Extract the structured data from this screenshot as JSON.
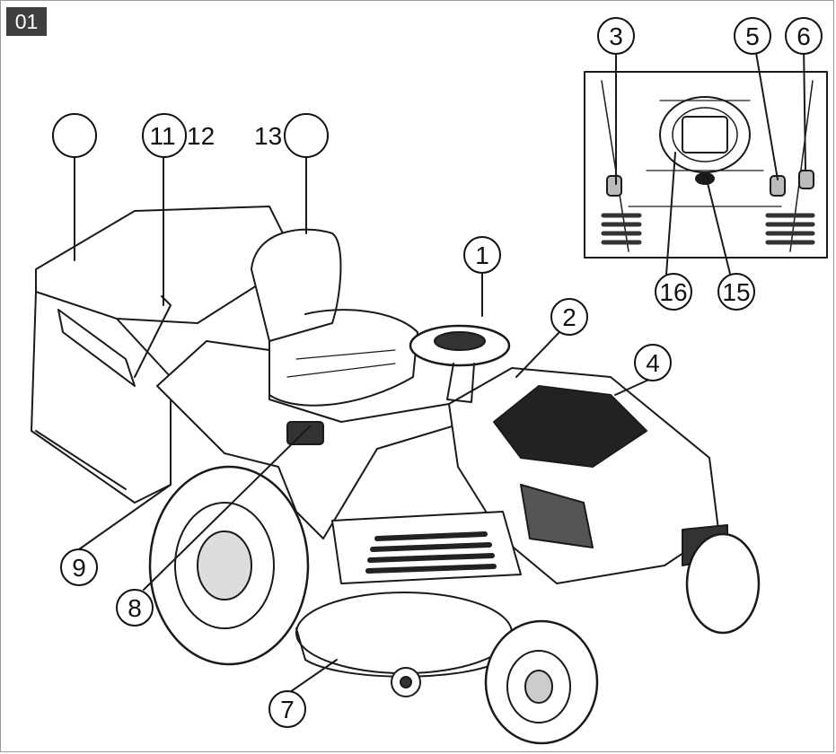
{
  "figure": {
    "badge": "01"
  },
  "callouts": {
    "c1": "1",
    "c2": "2",
    "c3": "3",
    "c4": "4",
    "c5": "5",
    "c6": "6",
    "c7": "7",
    "c8": "8",
    "c9": "9",
    "c10": "",
    "c11": "11",
    "c12": "12",
    "c13": "13",
    "c14": "",
    "c15": "15",
    "c16": "16"
  }
}
